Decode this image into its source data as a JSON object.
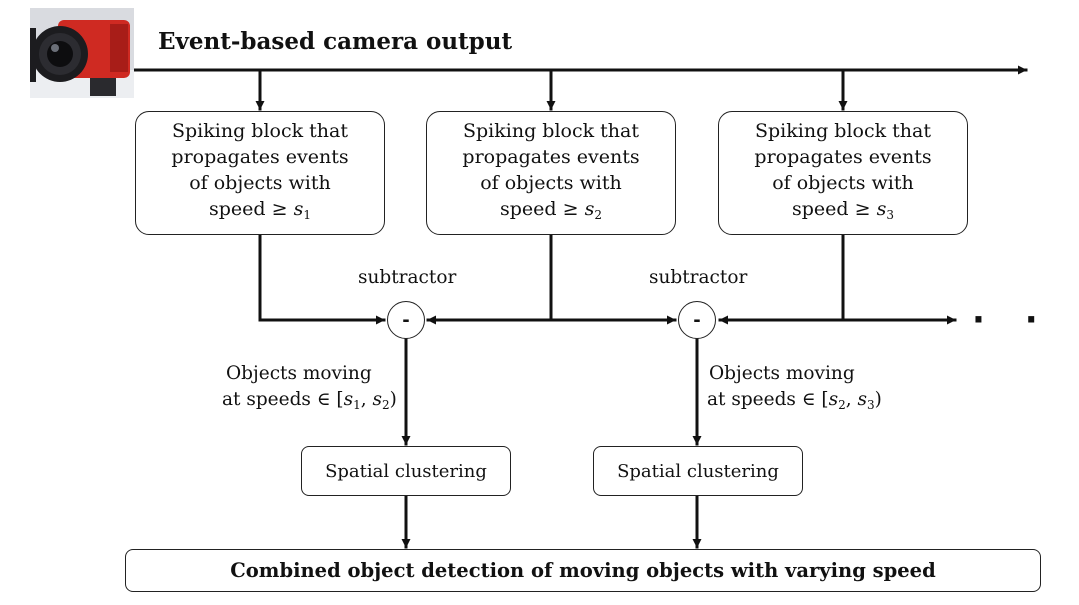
{
  "title": "Event-based camera output",
  "camera_icon": "event-camera-photo",
  "spiking_blocks": [
    {
      "l1": "Spiking block that",
      "l2": "propagates events",
      "l3": "of objects with",
      "prefix": "speed",
      "op": "≥",
      "var": "s",
      "idx": "1"
    },
    {
      "l1": "Spiking block that",
      "l2": "propagates events",
      "l3": "of objects with",
      "prefix": "speed",
      "op": "≥",
      "var": "s",
      "idx": "2"
    },
    {
      "l1": "Spiking block that",
      "l2": "propagates events",
      "l3": "of objects with",
      "prefix": "speed",
      "op": "≥",
      "var": "s",
      "idx": "3"
    }
  ],
  "subtractors": [
    {
      "label": "subtractor",
      "symbol": "-"
    },
    {
      "label": "subtractor",
      "symbol": "-"
    }
  ],
  "ranges": [
    {
      "l1": "Objects moving",
      "l2_prefix": "at speeds",
      "op": "∈",
      "lo": "1",
      "hi": "2"
    },
    {
      "l1": "Objects moving",
      "l2_prefix": "at speeds",
      "op": "∈",
      "lo": "2",
      "hi": "3"
    }
  ],
  "clustering": [
    "Spatial clustering",
    "Spatial clustering"
  ],
  "combined": "Combined object detection of moving objects with varying speed",
  "continuation": "· · ·"
}
